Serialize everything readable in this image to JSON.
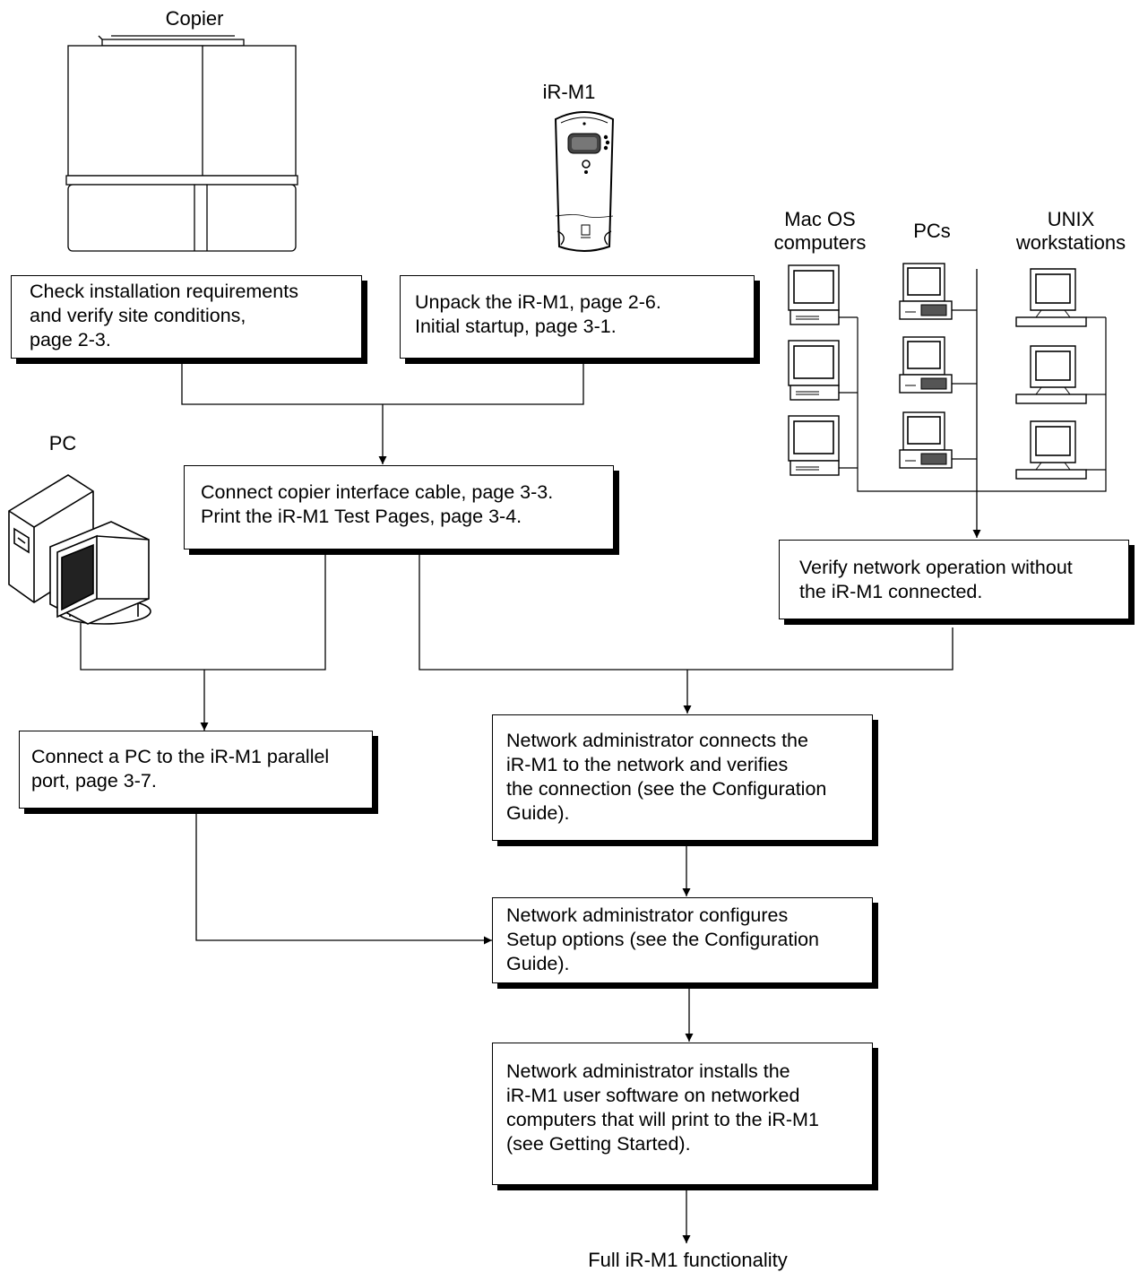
{
  "labels": {
    "copier": "Copier",
    "irm1": "iR-M1",
    "pc": "PC",
    "mac": [
      "Mac OS",
      "computers"
    ],
    "pcs": "PCs",
    "unix": [
      "UNIX",
      "workstations"
    ],
    "final": "Full iR-M1 functionality"
  },
  "steps": {
    "check": [
      "Check installation requirements",
      "and verify site conditions,",
      "page 2-3."
    ],
    "unpack": [
      "Unpack the iR-M1, page 2-6.",
      "Initial startup, page 3-1."
    ],
    "connect_cable": [
      "Connect copier interface cable, page 3-3.",
      "Print the iR-M1 Test Pages, page 3-4."
    ],
    "verify_network": [
      "Verify network operation without",
      "the iR-M1 connected."
    ],
    "connect_pc": [
      "Connect a PC to the iR-M1 parallel",
      "port, page 3-7."
    ],
    "admin_connects": [
      "Network administrator connects the",
      "iR-M1 to the network and verifies",
      "the connection (see the Configuration",
      "Guide)."
    ],
    "admin_configures": [
      "Network administrator configures",
      "Setup options (see the Configuration",
      "Guide)."
    ],
    "admin_installs": [
      "Network administrator installs the",
      "iR-M1 user software on networked",
      "computers that will print to the iR-M1",
      "(see Getting Started)."
    ]
  }
}
